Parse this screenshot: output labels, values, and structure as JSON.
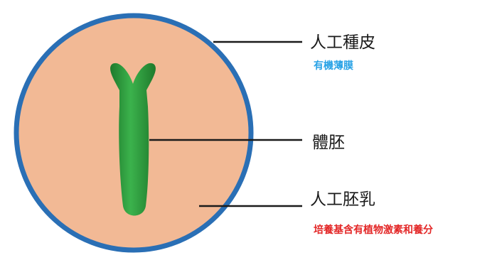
{
  "labels": {
    "artificial_seed_coat": "人工種皮",
    "seed_coat_note": "有機薄膜",
    "embryo": "體胚",
    "artificial_endosperm": "人工胚乳",
    "endosperm_note": "培養基含有植物激素和養分"
  },
  "colors": {
    "seed_outline": "#2a6fb5",
    "seed_fill": "#f2b995",
    "embryo_fill": "#2e9e3e",
    "embryo_edge": "#1f7a2c",
    "leader_line": "#1a1a1a",
    "seed_coat_note_color": "#2aa3e6",
    "endosperm_note_color": "#e32626",
    "label_color": "#1a1a1a"
  },
  "icons": {
    "seed": "circle-seed-illustration",
    "embryo": "embryo-shape"
  }
}
